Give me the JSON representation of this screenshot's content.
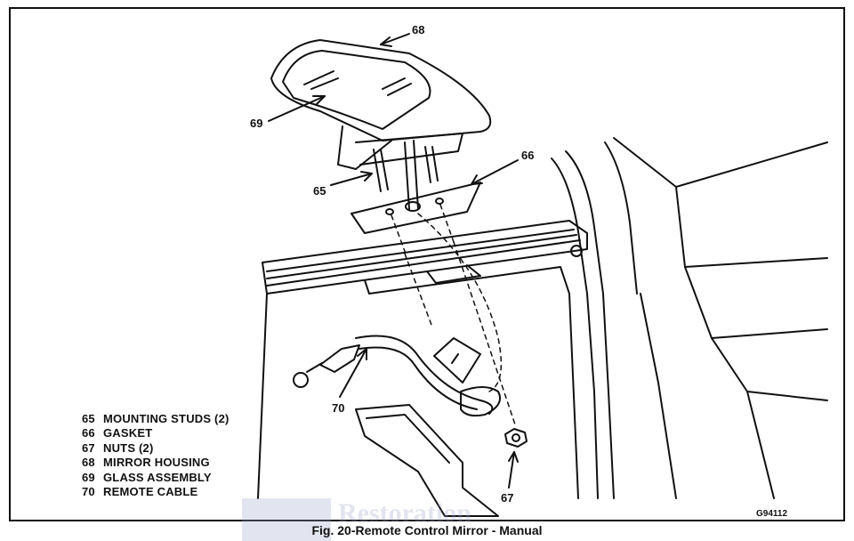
{
  "legend": [
    {
      "num": "65",
      "label": "MOUNTING STUDS (2)"
    },
    {
      "num": "66",
      "label": "GASKET"
    },
    {
      "num": "67",
      "label": "NUTS (2)"
    },
    {
      "num": "68",
      "label": "MIRROR HOUSING"
    },
    {
      "num": "69",
      "label": "GLASS ASSEMBLY"
    },
    {
      "num": "70",
      "label": "REMOTE CABLE"
    }
  ],
  "callouts": {
    "c65": "65",
    "c66": "66",
    "c67": "67",
    "c68": "68",
    "c69": "69",
    "c70": "70"
  },
  "figure_number": "G94112",
  "caption": "Fig. 20-Remote Control Mirror - Manual",
  "watermark": "Restoration"
}
